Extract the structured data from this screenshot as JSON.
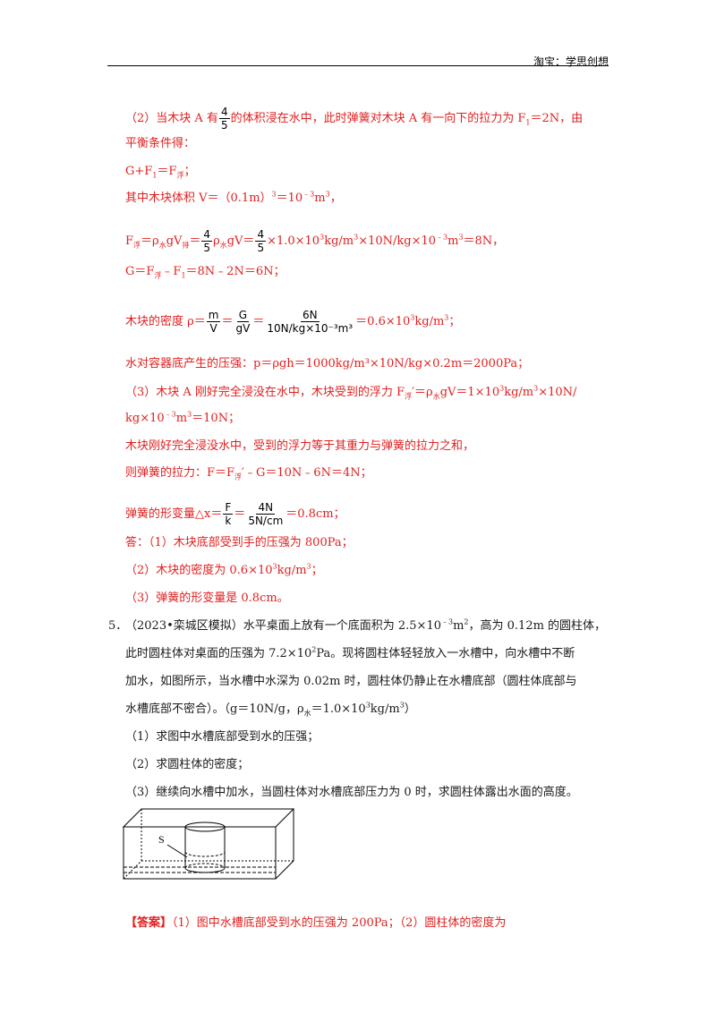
{
  "header": {
    "text": "淘宝：学思创想"
  },
  "lines": {
    "l1a": "（2）当木块 A 有",
    "l1_frac_num": "4",
    "l1_frac_den": "5",
    "l1b": "的体积浸在水中，此时弹簧对木块 A 有一向下的拉力为 F",
    "l1_sub": "1",
    "l1c": "＝2N，由",
    "l2": "平衡条件得：",
    "l3a": "G+F",
    "l3_sub": "1",
    "l3b": "＝F",
    "l3_sub2": "浮",
    "l3c": "；",
    "l4a": "其中木块体积 V＝（0.1m）",
    "l4_sup": "3",
    "l4b": "＝10",
    "l4_sup2": "﹣3",
    "l4c": "m",
    "l4_sup3": "3",
    "l4d": "，",
    "l5a": "F",
    "l5_sub": "浮",
    "l5b": "＝ρ",
    "l5_sub2": "水",
    "l5c": "gV",
    "l5_sub3": "排",
    "l5d": "＝",
    "l5_frac_num": "4",
    "l5_frac_den": "5",
    "l5e": "ρ",
    "l5_sub4": "水",
    "l5f": "gV＝",
    "l5_frac2_num": "4",
    "l5_frac2_den": "5",
    "l5g": "×1.0×10",
    "l5_sup": "3",
    "l5h": "kg/m",
    "l5_sup2": "3",
    "l5i": "×10N/kg×10",
    "l5_sup3": "﹣3",
    "l5j": "m",
    "l5_sup4": "3",
    "l5k": "＝8N，",
    "l6a": "G＝F",
    "l6_sub": "浮",
    "l6b": "﹣F",
    "l6_sub2": "1",
    "l6c": "＝8N﹣2N＝6N；",
    "l7a": "木块的密度 ρ＝",
    "l7_f1_num": "m",
    "l7_f1_den": "V",
    "l7b": "＝",
    "l7_f2_num": "G",
    "l7_f2_den": "gV",
    "l7c": "＝",
    "l7_f3_num": "6N",
    "l7_f3_den": "10N/kg×10⁻³m³",
    "l7d": "＝0.6×10",
    "l7_sup": "3",
    "l7e": "kg/m",
    "l7_sup2": "3",
    "l7f": "；",
    "l8": "水对容器底产生的压强：p＝ρgh＝1000kg/m³×10N/kg×0.2m＝2000Pa；",
    "l9a": "（3）木块 A 刚好完全浸没在水中，木块受到的浮力 F",
    "l9_sub": "浮",
    "l9b": "′＝ρ",
    "l9_sub2": "水",
    "l9c": "gV＝1×10",
    "l9_sup": "3",
    "l9d": "kg/m",
    "l9_sup2": "3",
    "l9e": "×10N/",
    "l10a": "kg×10",
    "l10_sup": "﹣3",
    "l10b": "m",
    "l10_sup2": "3",
    "l10c": "＝10N；",
    "l11": "木块刚好完全浸没水中，受到的浮力等于其重力与弹簧的拉力之和，",
    "l12a": "则弹簧的拉力：F＝F",
    "l12_sub": "浮",
    "l12b": "′﹣G＝10N﹣6N＝4N；",
    "l13a": "弹簧的形变量△x＝",
    "l13_f1_num": "F",
    "l13_f1_den": "k",
    "l13b": "＝",
    "l13_f2_num": "4N",
    "l13_f2_den": "5N/cm",
    "l13c": "＝0.8cm；",
    "l14": "答：（1）木块底部受到手的压强为 800Pa；",
    "l15a": "（2）木块的密度为 0.6×10",
    "l15_sup": "3",
    "l15b": "kg/m",
    "l15_sup2": "3",
    "l15c": "；",
    "l16": "（3）弹簧的形变量是 0.8cm。"
  },
  "question": {
    "number": "5．",
    "p1a": "（2023•栾城区模拟）水平桌面上放有一个底面积为 2.5×10",
    "p1_sup": "﹣3",
    "p1b": "m",
    "p1_sup2": "2",
    "p1c": "，高为 0.12m 的圆柱体，",
    "p2a": "此时圆柱体对桌面的压强为 7.2×10",
    "p2_sup": "2",
    "p2b": "Pa。现将圆柱体轻轻放入一水槽中，向水槽中不断",
    "p3": "加水，如图所示，当水槽中水深为 0.02m 时，圆柱体仍静止在水槽底部（圆柱体底部与",
    "p4a": "水槽底部不密合）。（g＝10N/g，ρ",
    "p4_sub": "水",
    "p4b": "＝1.0×10",
    "p4_sup": "3",
    "p4c": "kg/m",
    "p4_sup2": "3",
    "p4d": "）",
    "s1": "（1）求图中水槽底部受到水的压强；",
    "s2": "（2）求圆柱体的密度；",
    "s3": "（3）继续向水槽中加水，当圆柱体对水槽底部压力为 0 时，求圆柱体露出水面的高度。",
    "figure_label": "S"
  },
  "answer": {
    "tag": "【答案】",
    "text": "（1）图中水槽底部受到水的压强为 200Pa；（2）圆柱体的密度为"
  }
}
